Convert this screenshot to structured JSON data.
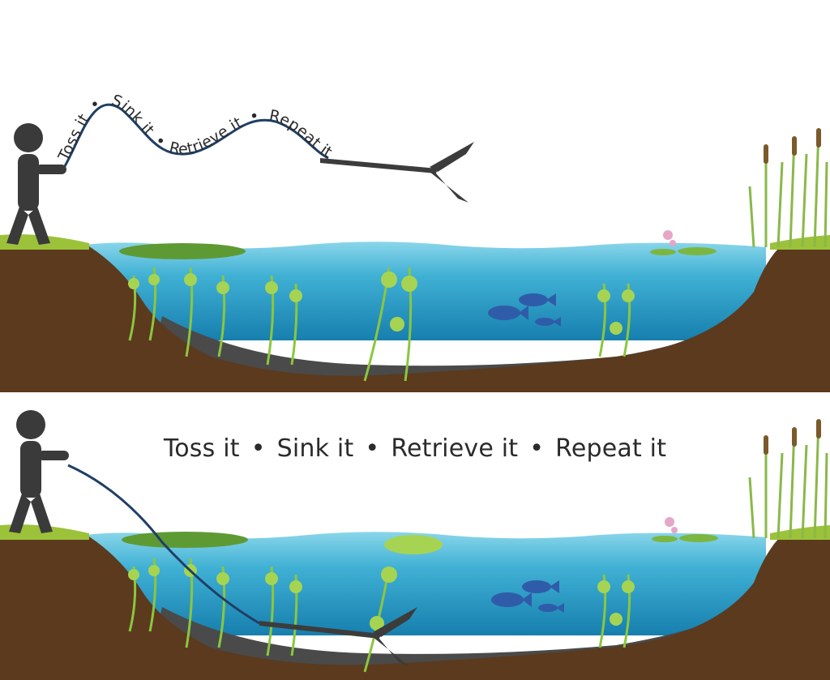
{
  "top_panel": {
    "slogan": {
      "toss": "Toss it",
      "sink": "Sink it",
      "retrieve": "Retrieve it",
      "repeat": "Repeat it",
      "separator": "•"
    }
  },
  "bottom_panel": {
    "slogan": {
      "toss": "Toss it",
      "sink": "Sink it",
      "retrieve": "Retrieve it",
      "repeat": "Repeat it",
      "separator": "•"
    }
  },
  "colors": {
    "figure": "#3a3a3a",
    "rope": "#1f3f66",
    "soil": "#5b3a1e",
    "grass": "#9cc23a",
    "water_top": "#7fd0e6",
    "water_deep": "#1f8fb8",
    "fish": "#2f5ca8",
    "weed": "#8cc63f",
    "reed": "#8ab84a",
    "cattail": "#7a5a2a",
    "lily_pad": "#7bb640",
    "lily_flower": "#e6a6c8"
  }
}
